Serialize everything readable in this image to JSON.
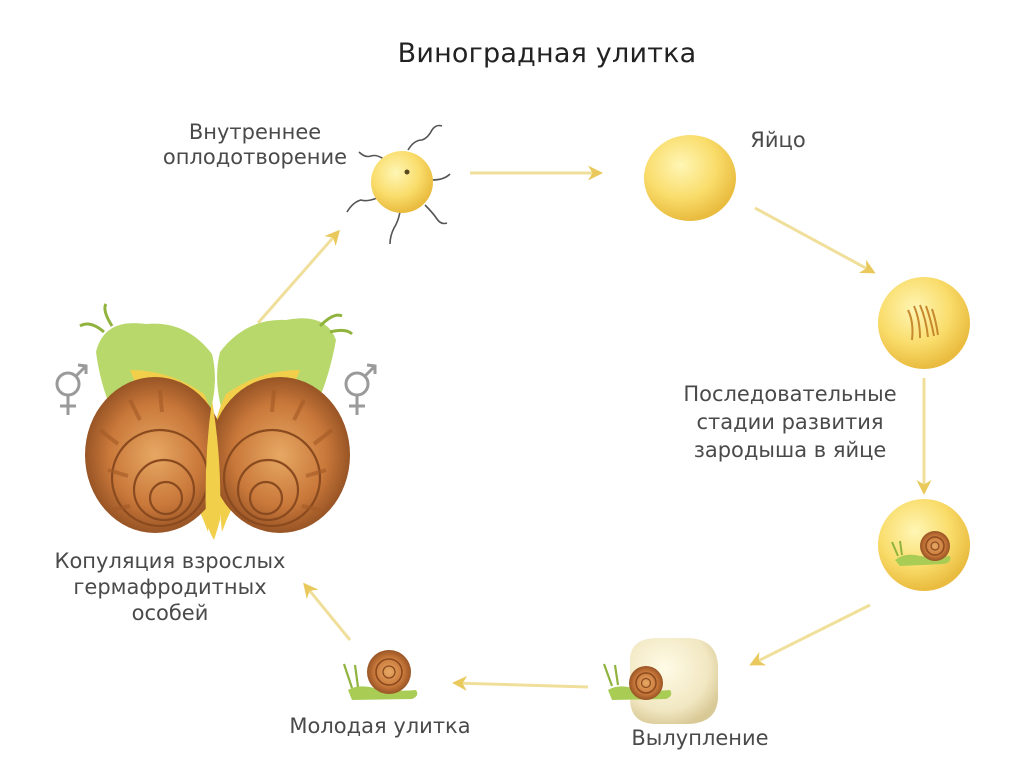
{
  "title": "Виноградная улитка",
  "labels": {
    "fertilization": [
      "Внутреннее",
      "оплодотворение"
    ],
    "egg": "Яйцо",
    "embryo": [
      "Последовательные",
      "стадии развития",
      "зародыша в яйце"
    ],
    "hatching": "Вылупление",
    "young": "Молодая улитка",
    "copulation": [
      "Копуляция взрослых",
      "гермафродитных",
      "особей"
    ]
  },
  "colors": {
    "egg_light": "#fff3a8",
    "egg_mid": "#f7d35a",
    "egg_dark": "#e6b53a",
    "shell_dark": "#8a4a1f",
    "shell_mid": "#c97a3c",
    "shell_light": "#e3a05f",
    "body_green": "#b8d86a",
    "body_yellow": "#f3d24a",
    "arrow": "#f2dc84",
    "symbol": "#9a9a9a"
  },
  "icons": [
    "hermaphrodite-symbol-icon"
  ]
}
